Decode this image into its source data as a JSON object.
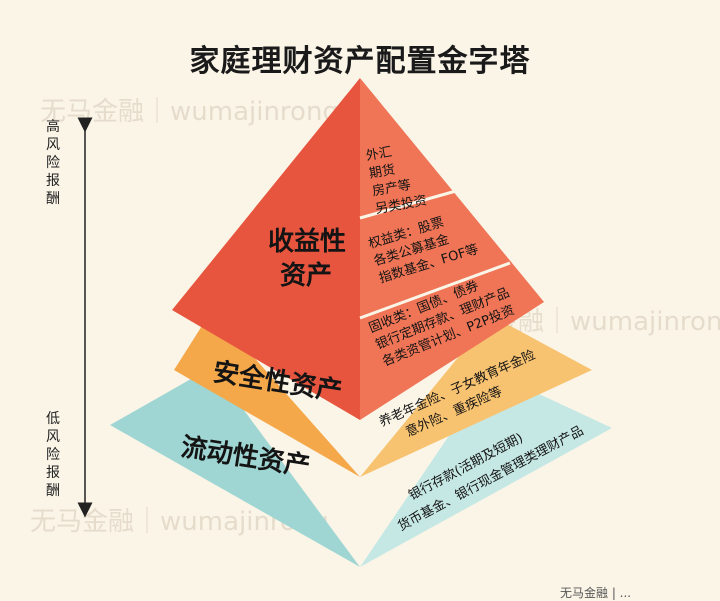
{
  "title": "家庭理财资产配置金字塔",
  "risk_axis": {
    "high_label": "高风险报酬",
    "low_label": "低风险报酬"
  },
  "watermark": [
    "无马金融｜wumajinrong",
    "无马金融｜wumajinrong",
    "无马金融｜wumajinrong"
  ],
  "tiers": {
    "income": {
      "label_lines": [
        "收益性",
        "资产"
      ],
      "color": "#e8553f",
      "groups": [
        [
          "外汇",
          "期货",
          "房产等",
          "另类投资"
        ],
        [
          "权益类：股票",
          "各类公募基金",
          "指数基金、FOF等"
        ],
        [
          "固收类：国债、债券",
          "银行定期存款、理财产品",
          "各类资管计划、P2P投资"
        ]
      ]
    },
    "safety": {
      "label": "安全性资产",
      "color": "#f4a84a",
      "lines": [
        "养老年金险、子女教育年金险",
        "意外险、重疾险等"
      ]
    },
    "liquidity": {
      "label": "流动性资产",
      "color": "#9fd6d3",
      "lines": [
        "银行存款(活期及短期)",
        "货币基金、银行现金管理类理财产品"
      ]
    }
  },
  "footer": "无马金融 | ..."
}
